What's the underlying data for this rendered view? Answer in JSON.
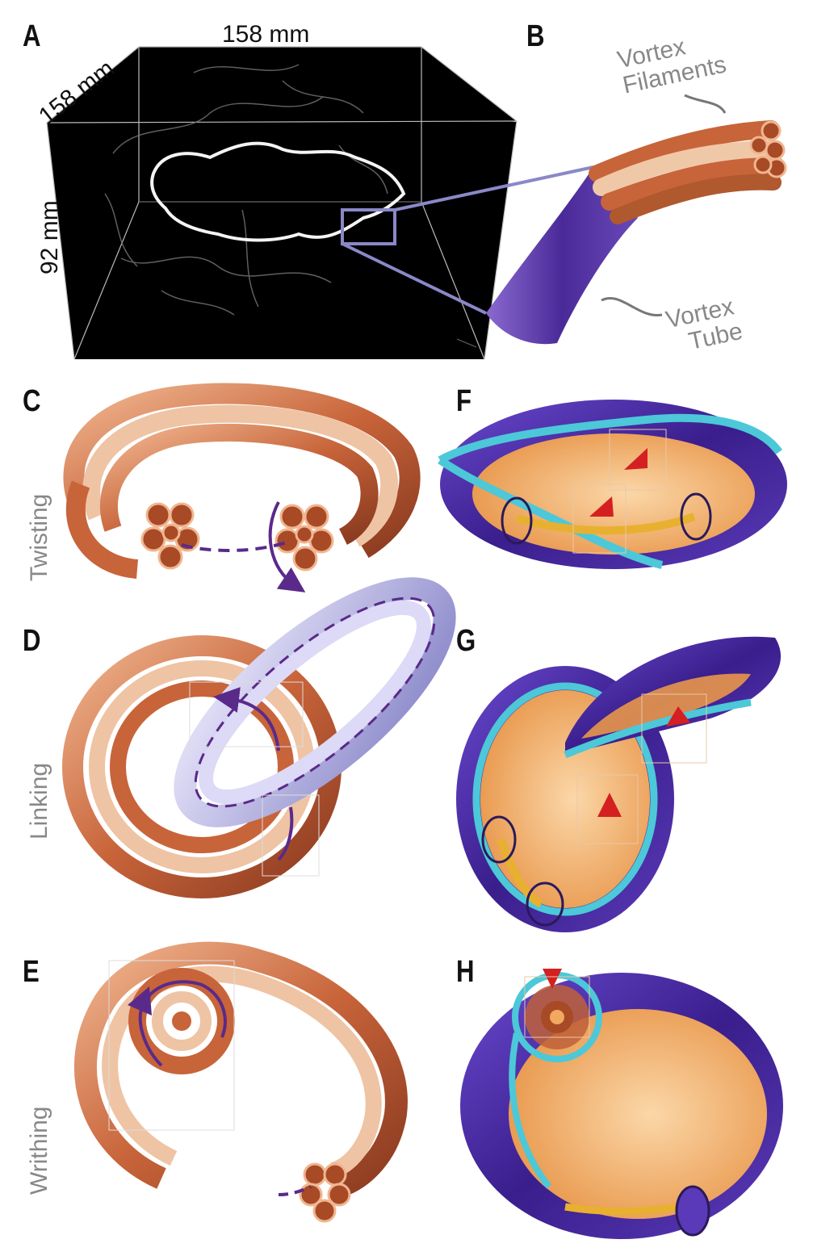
{
  "panels": {
    "a": {
      "label": "A",
      "dim_top": "158 mm",
      "dim_side": "158 mm",
      "dim_height": "92 mm"
    },
    "b": {
      "label": "B",
      "filaments_line1": "Vortex",
      "filaments_line2": "Filaments",
      "tube_line1": "Vortex",
      "tube_line2": "Tube"
    },
    "c": {
      "label": "C",
      "side_label": "Twisting"
    },
    "d": {
      "label": "D",
      "side_label": "Linking"
    },
    "e": {
      "label": "E",
      "side_label": "Writhing"
    },
    "f": {
      "label": "F"
    },
    "g": {
      "label": "G"
    },
    "h": {
      "label": "H"
    }
  },
  "colors": {
    "copper": "#c8643a",
    "copper_light": "#efb08c",
    "lavender": "#a6a4dc",
    "tube_purple": "#5e3aa8",
    "cyan": "#4cc8d8",
    "gold": "#e8b030",
    "surface": "#f2a860",
    "arrow_red": "#d42020",
    "arrow_purple": "#5a2a8a",
    "highlight_box": "#8a88c8"
  }
}
